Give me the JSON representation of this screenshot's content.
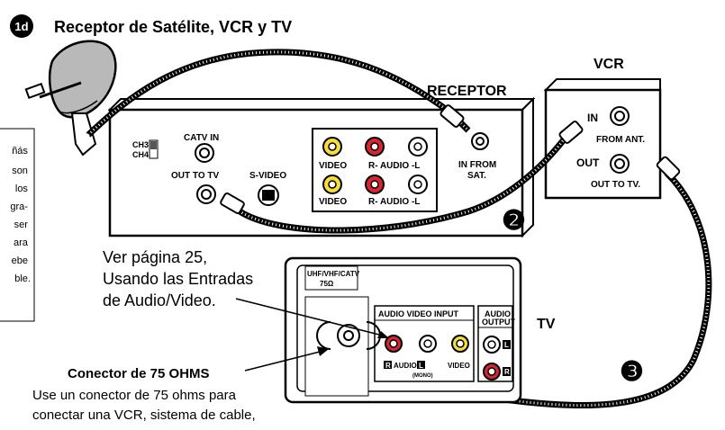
{
  "step_badge": "1d",
  "title": "Receptor  de Satélite, VCR y TV",
  "side_note_lines": [
    "ñás",
    "son",
    "los",
    "gra-",
    "ser",
    "ara",
    "ebe",
    "ble."
  ],
  "receiver": {
    "label": "RECEPTOR",
    "ch3": "CH3",
    "ch4": "CH4",
    "catv_in": "CATV IN",
    "out_to_tv": "OUT TO TV",
    "s_video": "S-VIDEO",
    "video_top": "VIDEO",
    "raudiol_top": "R- AUDIO -L",
    "video_bottom": "VIDEO",
    "raudiol_bottom": "R- AUDIO -L",
    "in_from": "IN FROM",
    "sat": "SAT."
  },
  "vcr": {
    "label": "VCR",
    "in": "IN",
    "from_ant": "FROM ANT.",
    "out": "OUT",
    "out_to_tv": "OUT TO TV."
  },
  "tv": {
    "label": "TV",
    "uhf": "UHF/VHF/CATV",
    "ohm": "75Ω",
    "av_input": "AUDIO VIDEO INPUT",
    "audio_output_1": "AUDIO",
    "audio_output_2": "OUTPUT",
    "r": "R",
    "audio": "AUDIO",
    "l": "L",
    "mono": "(MONO)",
    "video": "VIDEO",
    "out_l": "L",
    "out_r": "R"
  },
  "step2": "❷",
  "step3": "❸",
  "note_av": [
    "Ver página 25,",
    "Usando las Entradas",
    "de Audio/Video."
  ],
  "connector": {
    "title": "Conector de 75 OHMS",
    "desc1": "Use un conector de 75 ohms para",
    "desc2": "conectar una VCR, sistema de cable,"
  }
}
